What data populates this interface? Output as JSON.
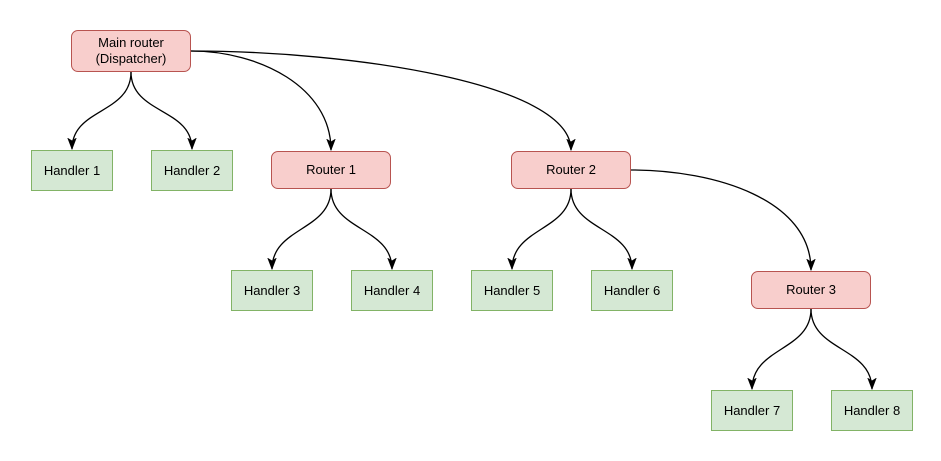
{
  "diagram": {
    "background_color": "#ffffff",
    "colors": {
      "router_fill": "#f8cecc",
      "router_border": "#b85450",
      "handler_fill": "#d5e8d4",
      "handler_border": "#82b366",
      "edge_color": "#000000",
      "text_color": "#000000"
    },
    "nodes": {
      "main_router": {
        "type": "router",
        "label_line1": "Main router",
        "label_line2": "(Dispatcher)"
      },
      "router1": {
        "type": "router",
        "label": "Router 1"
      },
      "router2": {
        "type": "router",
        "label": "Router 2"
      },
      "router3": {
        "type": "router",
        "label": "Router 3"
      },
      "handler1": {
        "type": "handler",
        "label": "Handler 1"
      },
      "handler2": {
        "type": "handler",
        "label": "Handler 2"
      },
      "handler3": {
        "type": "handler",
        "label": "Handler 3"
      },
      "handler4": {
        "type": "handler",
        "label": "Handler 4"
      },
      "handler5": {
        "type": "handler",
        "label": "Handler 5"
      },
      "handler6": {
        "type": "handler",
        "label": "Handler 6"
      },
      "handler7": {
        "type": "handler",
        "label": "Handler 7"
      },
      "handler8": {
        "type": "handler",
        "label": "Handler 8"
      }
    },
    "edges": [
      {
        "from": "main_router",
        "to": "handler1"
      },
      {
        "from": "main_router",
        "to": "handler2"
      },
      {
        "from": "main_router",
        "to": "router1"
      },
      {
        "from": "main_router",
        "to": "router2"
      },
      {
        "from": "router1",
        "to": "handler3"
      },
      {
        "from": "router1",
        "to": "handler4"
      },
      {
        "from": "router2",
        "to": "handler5"
      },
      {
        "from": "router2",
        "to": "handler6"
      },
      {
        "from": "router2",
        "to": "router3"
      },
      {
        "from": "router3",
        "to": "handler7"
      },
      {
        "from": "router3",
        "to": "handler8"
      }
    ]
  }
}
